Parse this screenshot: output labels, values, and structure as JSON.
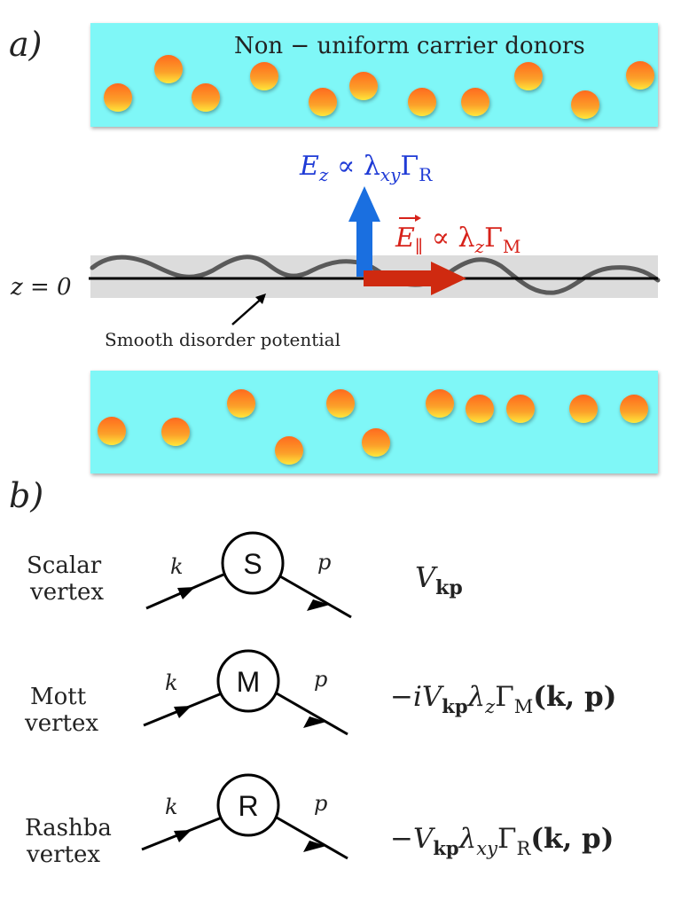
{
  "panel_a": {
    "label": "a)",
    "top_slab_label": "Non − uniform carrier donors",
    "z_label": "z = 0",
    "disorder_label": "Smooth disorder potential",
    "ez_field": "E",
    "ez_field_sub": "z",
    "ez_rest": " ∝ λ",
    "ez_lambda_sub": "xy",
    "ez_gamma": "Γ",
    "ez_gamma_sub": "R",
    "epar_field": "E",
    "epar_field_sub": "∥",
    "epar_rest": " ∝ λ",
    "epar_lambda_sub": "z",
    "epar_gamma": "Γ",
    "epar_gamma_sub": "M",
    "colors": {
      "slab": "#7ff7f7",
      "ez_arrow": "#1a6fe0",
      "ez_text": "#1f3bd6",
      "epar_arrow": "#cf2a10",
      "epar_text": "#d7221a",
      "interface_band": "#dcdcdc",
      "wave": "#5a5a5a"
    }
  },
  "panel_b": {
    "label": "b)",
    "vertices": [
      {
        "name_line1": "Scalar",
        "name_line2": "vertex",
        "symbol": "S",
        "k": "k",
        "p": "p",
        "expr_prefix": "",
        "expr_V": "V",
        "expr_V_sub": "kp",
        "expr_lambda": "",
        "expr_lambda_sub": "",
        "expr_gamma": "",
        "expr_gamma_sub": "",
        "expr_args": ""
      },
      {
        "name_line1": "Mott",
        "name_line2": "vertex",
        "symbol": "M",
        "k": "k",
        "p": "p",
        "expr_prefix": "−i",
        "expr_V": "V",
        "expr_V_sub": "kp",
        "expr_lambda": "λ",
        "expr_lambda_sub": "z",
        "expr_gamma": "Γ",
        "expr_gamma_sub": "M",
        "expr_args": "(k, p)"
      },
      {
        "name_line1": "Rashba",
        "name_line2": "vertex",
        "symbol": "R",
        "k": "k",
        "p": "p",
        "expr_prefix": "−",
        "expr_V": "V",
        "expr_V_sub": "kp",
        "expr_lambda": "λ",
        "expr_lambda_sub": "xy",
        "expr_gamma": "Γ",
        "expr_gamma_sub": "R",
        "expr_args": "(k, p)"
      }
    ]
  }
}
